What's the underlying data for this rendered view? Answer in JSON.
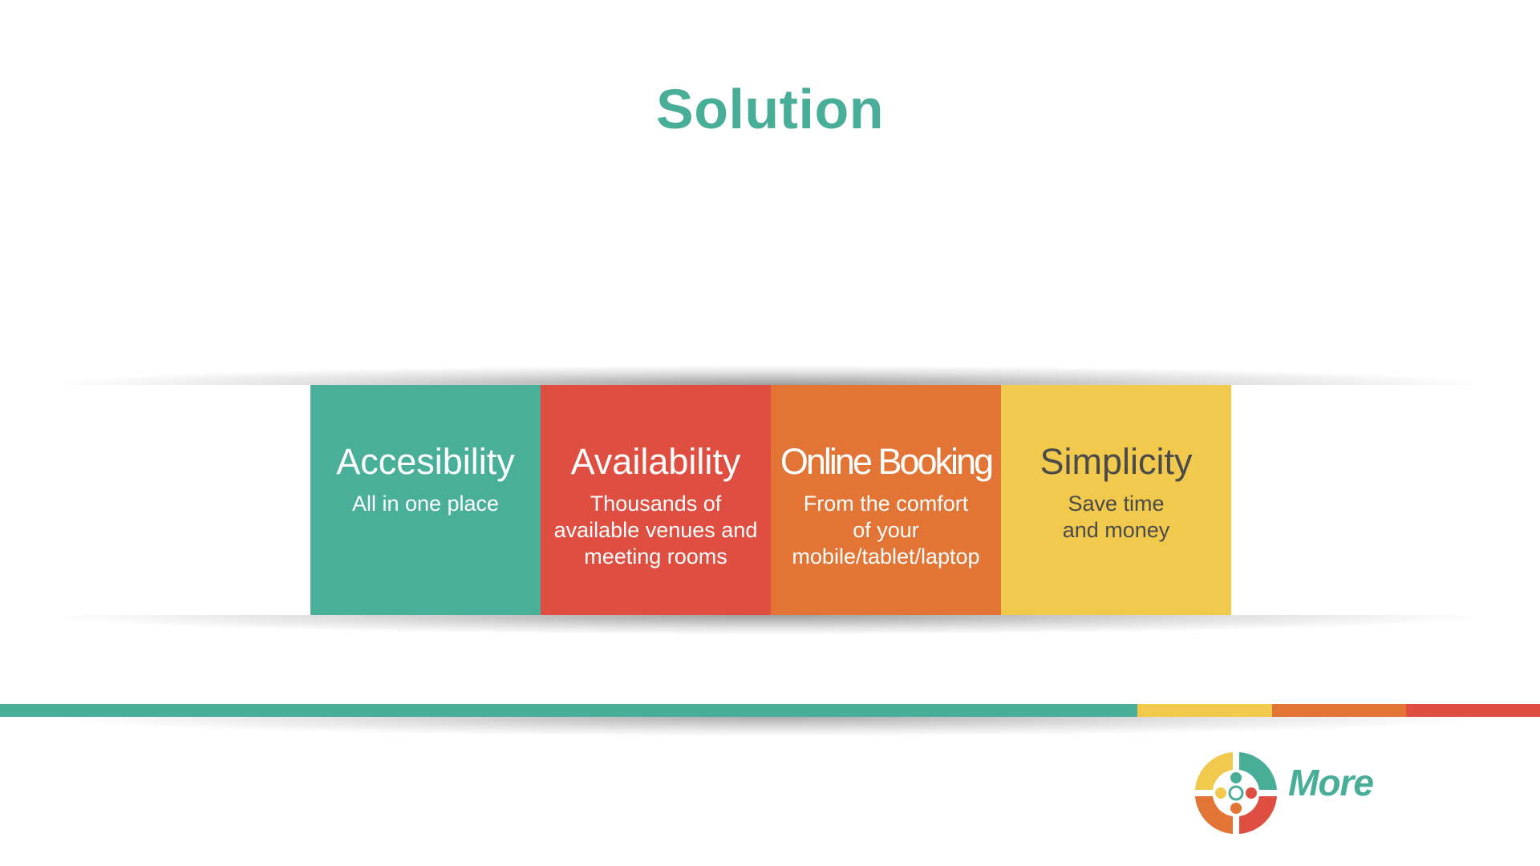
{
  "slide": {
    "title": "Solution"
  },
  "cards": [
    {
      "title": "Accesibility",
      "text": "All in one place",
      "color": "#4aaf99",
      "text_color": "#ffffff"
    },
    {
      "title": "Availability",
      "text": "Thousands of\navailable venues and\nmeeting rooms",
      "color": "#de4e41",
      "text_color": "#ffffff"
    },
    {
      "title": "Online Booking",
      "text": "From the comfort\nof your\nmobile/tablet/laptop",
      "color": "#e27535",
      "text_color": "#ffffff"
    },
    {
      "title": "Simplicity",
      "text": "Save time\nand money",
      "color": "#f0c94d",
      "text_color": "#4a4a4a"
    }
  ],
  "stripe_colors": {
    "teal": "#48ae98",
    "yellow": "#f0c94d",
    "orange": "#e27535",
    "red": "#de4e41"
  },
  "logo": {
    "icon": "more-logo-icon",
    "text": "More",
    "color": "#48ae98"
  }
}
